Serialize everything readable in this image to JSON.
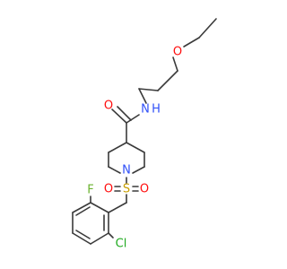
{
  "atoms": {
    "O_ether": {
      "text": "O",
      "color": "#ff0d0d"
    },
    "N_amide": {
      "text": "N",
      "color": "#3050f8"
    },
    "H_amide": {
      "text": "H",
      "color": "#3050f8"
    },
    "O_carbonyl": {
      "text": "O",
      "color": "#ff0d0d"
    },
    "N_ring": {
      "text": "N",
      "color": "#3050f8"
    },
    "S": {
      "text": "S",
      "color": "#c8a000"
    },
    "O_sulfonyl_left": {
      "text": "O",
      "color": "#ff0d0d"
    },
    "O_sulfonyl_right": {
      "text": "O",
      "color": "#ff0d0d"
    },
    "F": {
      "text": "F",
      "color": "#6ab32e"
    },
    "Cl": {
      "text": "Cl",
      "color": "#1faa1f"
    }
  },
  "bond_color": "#3a3a3a"
}
